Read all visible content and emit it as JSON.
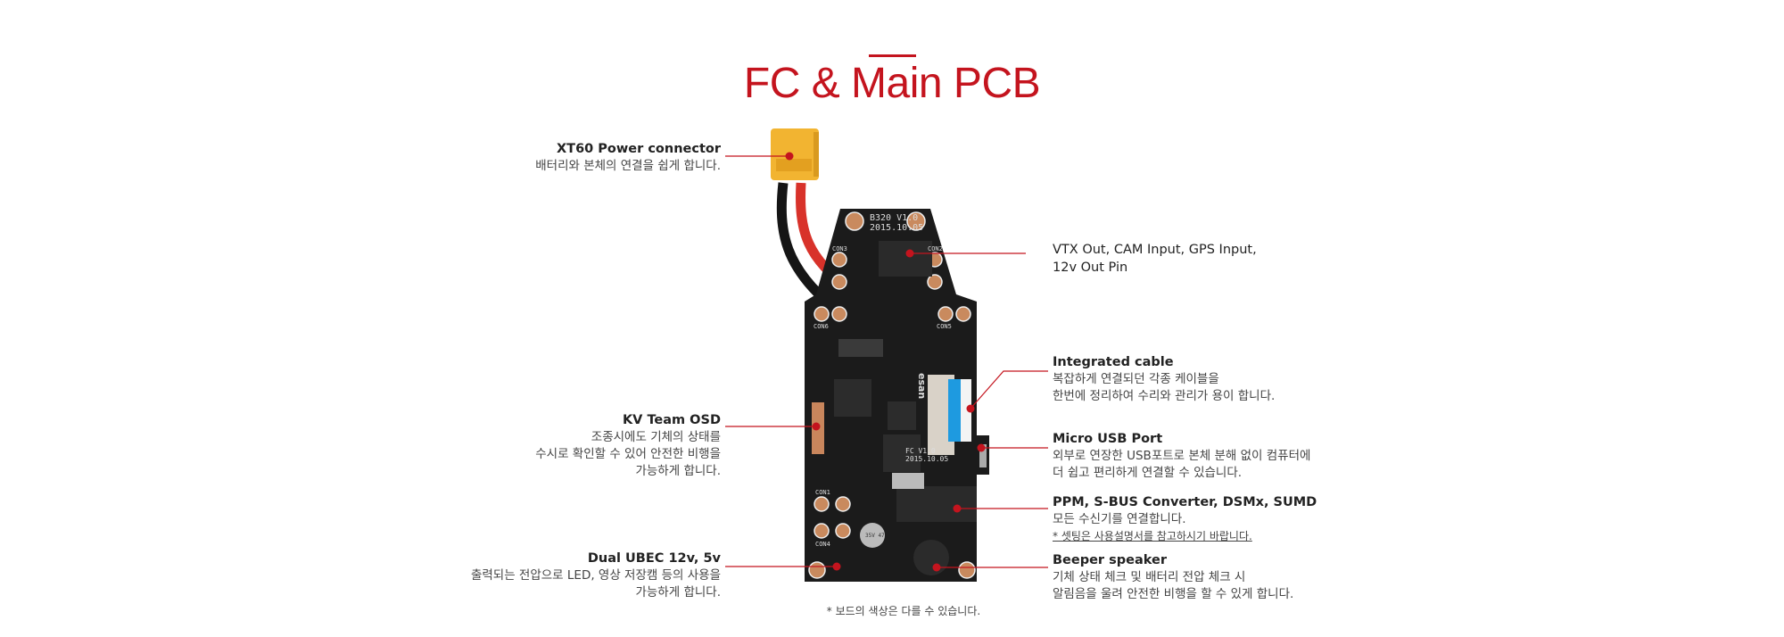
{
  "header": {
    "title": "FC & Main PCB"
  },
  "colors": {
    "accent": "#c4141e",
    "board": "#1a1a1a",
    "copper": "#c98a5e",
    "connector": "#f2b431"
  },
  "callouts": {
    "xt60": {
      "title": "XT60 Power connector",
      "lines": [
        "배터리와 본체의 연결을 쉽게 합니다."
      ]
    },
    "vtx": {
      "title": "VTX Out, CAM Input, GPS Input,",
      "title2": "12v Out Pin"
    },
    "osd": {
      "title": "KV Team OSD",
      "lines": [
        "조종시에도 기체의 상태를",
        "수시로 확인할 수 있어 안전한 비행을",
        "가능하게 합니다."
      ]
    },
    "ubec": {
      "title": "Dual UBEC 12v, 5v",
      "lines": [
        "출력되는 전압으로 LED, 영상 저장캠 등의 사용을",
        "가능하게 합니다."
      ]
    },
    "cable": {
      "title": "Integrated cable",
      "lines": [
        "복잡하게 연결되던 각종 케이블을",
        "한번에 정리하여 수리와 관리가 용이 합니다."
      ]
    },
    "usb": {
      "title": "Micro USB Port",
      "lines": [
        "외부로 연장한 USB포트로 본체 분해 없이 컴퓨터에",
        "더 쉽고 편리하게 연결할 수 있습니다."
      ]
    },
    "ppm": {
      "title": "PPM, S-BUS Converter, DSMx, SUMD",
      "lines": [
        "모든 수신기를 연결합니다."
      ],
      "note": "* 셋팅은 사용설명서를 참고하시기 바랍니다."
    },
    "beeper": {
      "title": "Beeper speaker",
      "lines": [
        "기체 상태 체크 및 배터리 전압 체크 시",
        "알림음을 울려 안전한 비행을 할 수 있게 합니다."
      ]
    }
  },
  "board_labels": {
    "version_top": "B320 V1.0",
    "date_top": "2015.10.05",
    "version_fc": "FC V1.0",
    "date_fc": "2015.10.05",
    "con3": "CON3",
    "con2": "CON2",
    "con6": "CON6",
    "con5": "CON5",
    "con1": "CON1",
    "con4": "CON4",
    "brand": "esan",
    "cap": "35V 47"
  },
  "footer": {
    "note": "* 보드의 색상은 다를 수 있습니다."
  }
}
